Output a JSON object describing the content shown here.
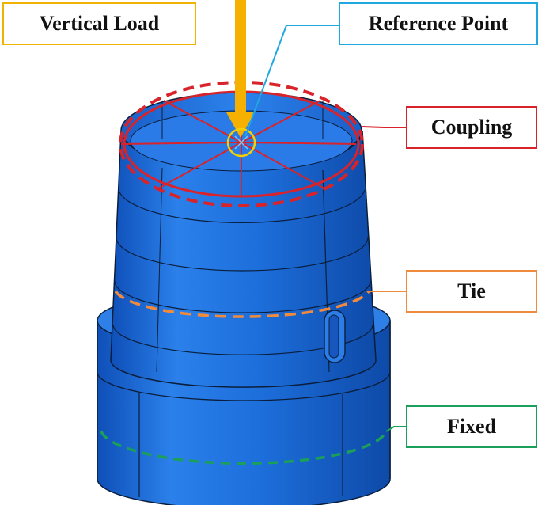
{
  "labels": {
    "vertical_load": "Vertical Load",
    "reference_point": "Reference Point",
    "coupling": "Coupling",
    "tie": "Tie",
    "fixed": "Fixed"
  },
  "colors": {
    "body_blue": "#1c6fdc",
    "body_dark": "#0f4aa8",
    "load_arrow": "#f5b000",
    "reference_point": "#1fa8e0",
    "coupling": "#d9232a",
    "tie": "#f08a3c",
    "fixed": "#1aa05a",
    "mesh_line": "#0a1e3c"
  }
}
